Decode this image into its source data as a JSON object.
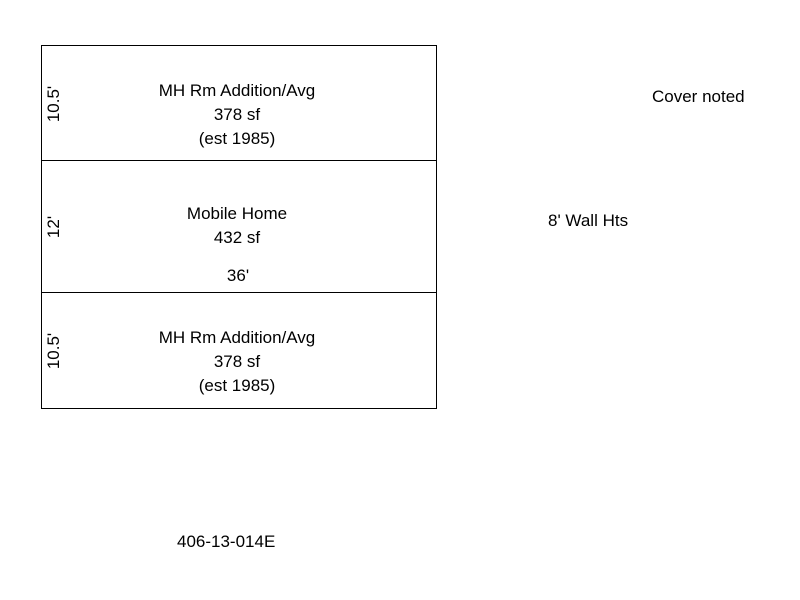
{
  "rooms": {
    "top": {
      "name": "MH Rm Addition/Avg",
      "area": "378 sf",
      "year": "(est 1985)",
      "height_dim": "10.5'"
    },
    "middle": {
      "name": "Mobile Home",
      "area": "432 sf",
      "height_dim": "12'",
      "width_dim": "36'"
    },
    "bottom": {
      "name": "MH Rm Addition/Avg",
      "area": "378 sf",
      "year": "(est 1985)",
      "height_dim": "10.5'"
    }
  },
  "notes": {
    "cover": "Cover noted",
    "wall_heights": "8' Wall Hts"
  },
  "parcel_id": "406-13-014E"
}
